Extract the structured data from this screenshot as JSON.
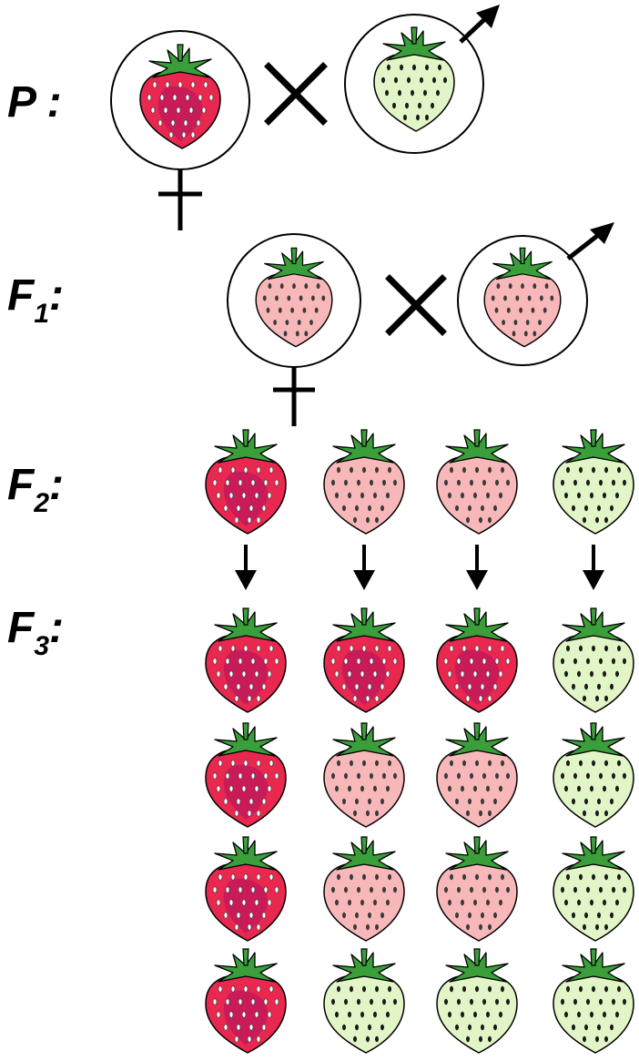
{
  "generations": {
    "p": {
      "letter": "P",
      "subscript": "",
      "colon": " :"
    },
    "f1": {
      "letter": "F",
      "subscript": "1",
      "colon": ":"
    },
    "f2": {
      "letter": "F",
      "subscript": "2",
      "colon": ":"
    },
    "f3": {
      "letter": "F",
      "subscript": "3",
      "colon": ":"
    }
  },
  "colors": {
    "red": "#e8284f",
    "red_dark": "#c2185b",
    "pink": "#f8b8ba",
    "white": "#e2f5c6",
    "leaf": "#3a9e3a",
    "outline": "#000000"
  },
  "parents": {
    "female": "red",
    "male": "white"
  },
  "f1_parents": {
    "female": "pink",
    "male": "pink"
  },
  "f2": [
    "red",
    "pink",
    "pink",
    "white"
  ],
  "f3": [
    [
      "red",
      "red",
      "red",
      "white"
    ],
    [
      "red",
      "pink",
      "pink",
      "white"
    ],
    [
      "red",
      "pink",
      "pink",
      "white"
    ],
    [
      "red",
      "white",
      "white",
      "white"
    ]
  ],
  "symbols": {
    "cross": "cross-icon",
    "female": "female-symbol-icon",
    "male": "male-symbol-icon",
    "arrow": "down-arrow-icon"
  }
}
